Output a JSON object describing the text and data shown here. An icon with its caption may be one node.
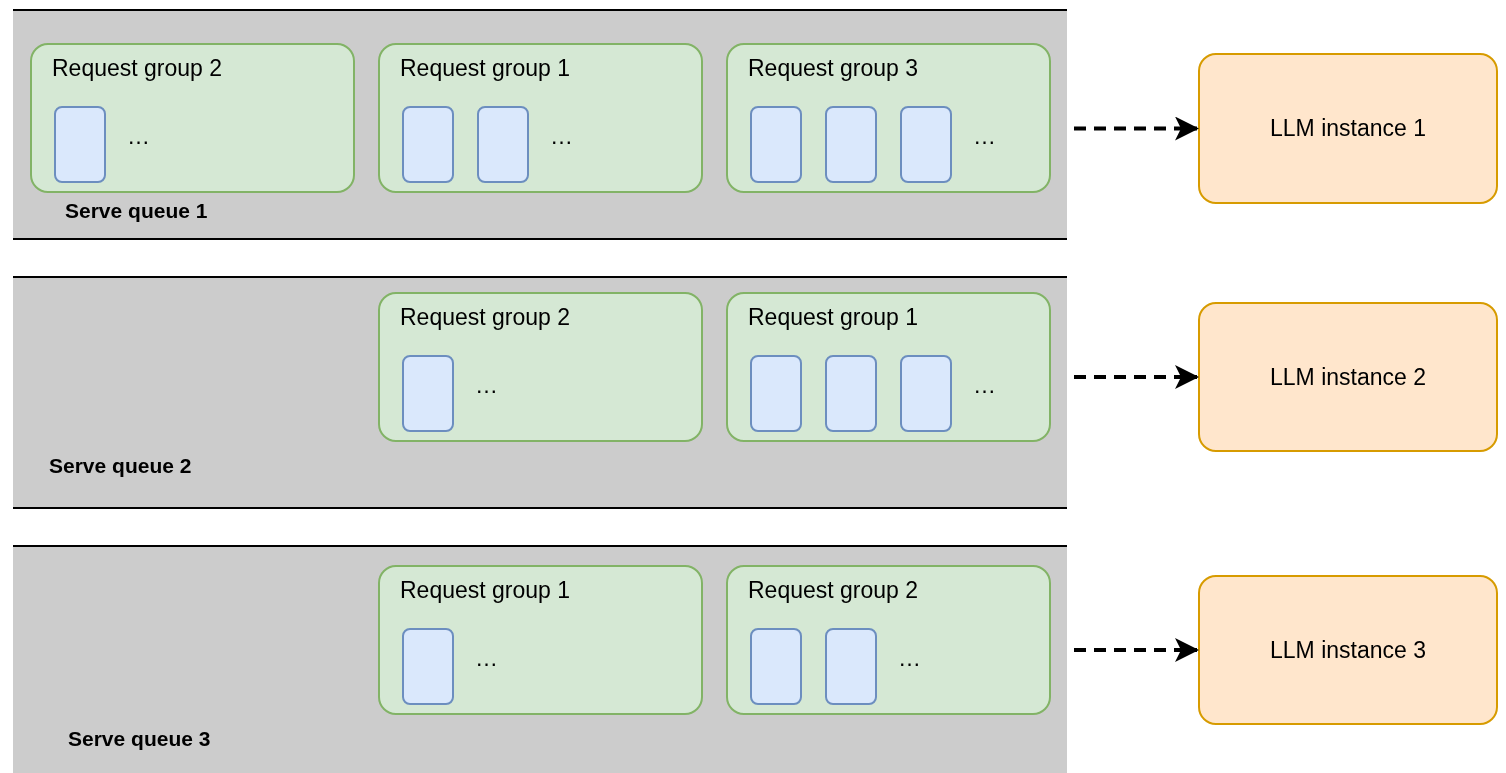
{
  "diagram": {
    "nodes": [
      {
        "text": [
          "Serve queue 1"
        ]
      },
      {
        "text": [
          "Request group 2",
          "…"
        ],
        "in": 0
      },
      {
        "text": [],
        "shape": "box",
        "in": 1
      },
      {
        "text": [
          "Request group 1",
          "…"
        ],
        "in": 0
      },
      {
        "text": [],
        "shape": "box",
        "in": 3
      },
      {
        "text": [],
        "shape": "box",
        "in": 3
      },
      {
        "text": [
          "Request group 3",
          "…"
        ],
        "in": 0
      },
      {
        "text": [],
        "shape": "box",
        "in": 6
      },
      {
        "text": [],
        "shape": "box",
        "in": 6
      },
      {
        "text": [],
        "shape": "box",
        "in": 6
      },
      {
        "text": [
          "Serve queue 2"
        ]
      },
      {
        "text": [
          "Request group 2",
          "…"
        ],
        "in": 10
      },
      {
        "text": [],
        "shape": "box",
        "in": 11
      },
      {
        "text": [
          "Request group 1",
          "…"
        ],
        "in": 10
      },
      {
        "text": [],
        "shape": "box",
        "in": 13
      },
      {
        "text": [],
        "shape": "box",
        "in": 13
      },
      {
        "text": [],
        "shape": "box",
        "in": 13
      },
      {
        "text": [
          "Serve queue 3"
        ]
      },
      {
        "text": [
          "Request group 1",
          "…"
        ],
        "in": 17
      },
      {
        "text": [],
        "shape": "box",
        "in": 18
      },
      {
        "text": [
          "Request group 2",
          "…"
        ],
        "in": 17
      },
      {
        "text": [],
        "shape": "box",
        "in": 20
      },
      {
        "text": [],
        "shape": "box",
        "in": 20
      },
      {
        "text": [
          "LLM instance 1"
        ]
      },
      {
        "text": [
          "LLM instance 2"
        ]
      },
      {
        "text": [
          "LLM instance 3"
        ]
      }
    ],
    "edges": [
      {
        "from": 0,
        "to": 23,
        "arrow": "to",
        "style": "dashed"
      },
      {
        "from": 10,
        "to": 24,
        "arrow": "to",
        "style": "dashed"
      },
      {
        "from": 17,
        "to": 25,
        "arrow": "to",
        "style": "dashed"
      }
    ]
  }
}
